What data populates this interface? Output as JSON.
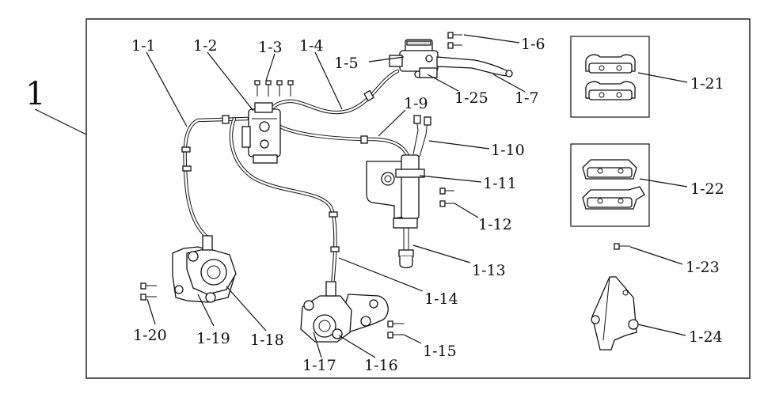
{
  "assembly_number": "1",
  "callouts": [
    {
      "id": "1-1",
      "text": "1-1"
    },
    {
      "id": "1-2",
      "text": "1-2"
    },
    {
      "id": "1-3",
      "text": "1-3"
    },
    {
      "id": "1-4",
      "text": "1-4"
    },
    {
      "id": "1-5",
      "text": "1-5"
    },
    {
      "id": "1-6",
      "text": "1-6"
    },
    {
      "id": "1-7",
      "text": "1-7"
    },
    {
      "id": "1-9",
      "text": "1-9"
    },
    {
      "id": "1-10",
      "text": "1-10"
    },
    {
      "id": "1-11",
      "text": "1-11"
    },
    {
      "id": "1-12",
      "text": "1-12"
    },
    {
      "id": "1-13",
      "text": "1-13"
    },
    {
      "id": "1-14",
      "text": "1-14"
    },
    {
      "id": "1-15",
      "text": "1-15"
    },
    {
      "id": "1-16",
      "text": "1-16"
    },
    {
      "id": "1-17",
      "text": "1-17"
    },
    {
      "id": "1-18",
      "text": "1-18"
    },
    {
      "id": "1-19",
      "text": "1-19"
    },
    {
      "id": "1-20",
      "text": "1-20"
    },
    {
      "id": "1-21",
      "text": "1-21"
    },
    {
      "id": "1-22",
      "text": "1-22"
    },
    {
      "id": "1-23",
      "text": "1-23"
    },
    {
      "id": "1-24",
      "text": "1-24"
    },
    {
      "id": "1-25",
      "text": "1-25"
    }
  ]
}
